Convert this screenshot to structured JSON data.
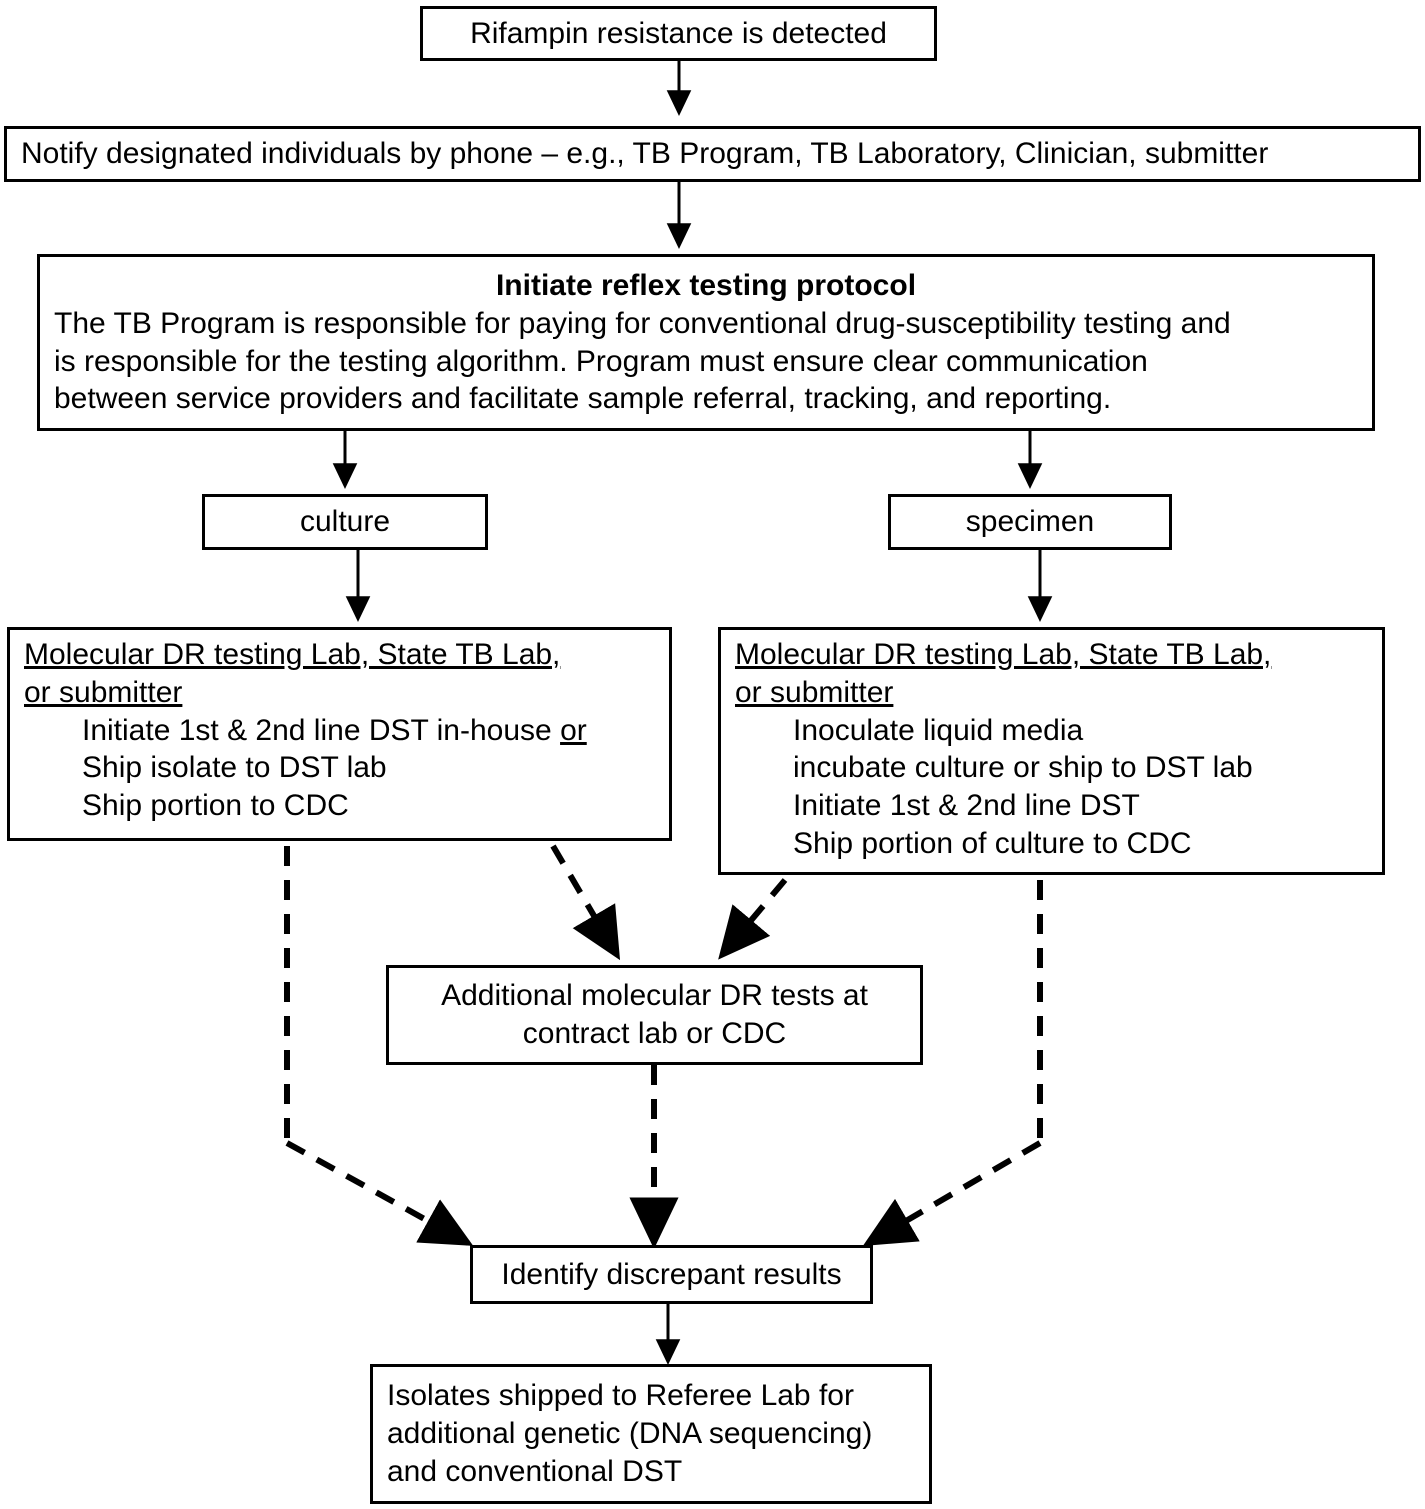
{
  "diagram": {
    "title": "Rifampin resistance reflex testing algorithm",
    "colors": {
      "stroke": "#000000",
      "fill": "#ffffff",
      "text": "#000000"
    },
    "nodes": {
      "rifampin_detected": {
        "label": "Rifampin resistance is detected"
      },
      "notify": {
        "label": "Notify designated individuals by phone – e.g., TB Program, TB Laboratory, Clinician, submitter"
      },
      "reflex_protocol": {
        "heading": "Initiate reflex testing protocol",
        "body_line1": "The TB Program is responsible for paying for conventional drug-susceptibility testing and",
        "body_line2": "is responsible for the testing algorithm. Program must ensure clear communication",
        "body_line3": "between service providers and facilitate sample referral, tracking, and reporting."
      },
      "culture": {
        "label": "culture"
      },
      "specimen": {
        "label": "specimen"
      },
      "lab_left": {
        "header_line1": "Molecular DR testing Lab, State TB Lab,",
        "header_line2": "or submitter",
        "items": [
          {
            "text": "Initiate 1st & 2nd line DST in-house ",
            "trailing_underlined": "or"
          },
          {
            "text": "Ship isolate to DST lab",
            "trailing_underlined": ""
          },
          {
            "text": "Ship portion to CDC",
            "trailing_underlined": ""
          }
        ]
      },
      "lab_right": {
        "header_line1": "Molecular DR testing Lab, State TB Lab,",
        "header_line2": "or submitter",
        "items": [
          {
            "text": "Inoculate liquid media",
            "trailing_underlined": ""
          },
          {
            "text": "incubate culture or ship to DST lab",
            "trailing_underlined": ""
          },
          {
            "text": "Initiate 1st & 2nd line DST",
            "trailing_underlined": ""
          },
          {
            "text": "Ship portion of culture to CDC",
            "trailing_underlined": ""
          }
        ]
      },
      "additional_tests": {
        "line1": "Additional molecular DR tests at",
        "line2": "contract lab or CDC"
      },
      "discrepant": {
        "label": "Identify discrepant results"
      },
      "referee_lab": {
        "line1": "Isolates shipped to Referee Lab for",
        "line2": "additional genetic (DNA sequencing)",
        "line3": "and conventional DST"
      }
    },
    "edges": [
      {
        "name": "rifampin-to-notify",
        "style": "solid",
        "from": "rifampin_detected",
        "to": "notify"
      },
      {
        "name": "notify-to-reflex",
        "style": "solid",
        "from": "notify",
        "to": "reflex_protocol"
      },
      {
        "name": "reflex-to-culture",
        "style": "solid",
        "from": "reflex_protocol",
        "to": "culture"
      },
      {
        "name": "reflex-to-specimen",
        "style": "solid",
        "from": "reflex_protocol",
        "to": "specimen"
      },
      {
        "name": "culture-to-lab-left",
        "style": "solid",
        "from": "culture",
        "to": "lab_left"
      },
      {
        "name": "specimen-to-lab-right",
        "style": "solid",
        "from": "specimen",
        "to": "lab_right"
      },
      {
        "name": "lab-left-to-additional",
        "style": "dashed",
        "from": "lab_left",
        "to": "additional_tests"
      },
      {
        "name": "lab-right-to-additional",
        "style": "dashed",
        "from": "lab_right",
        "to": "additional_tests"
      },
      {
        "name": "lab-left-to-discrepant",
        "style": "dashed",
        "from": "lab_left",
        "to": "discrepant"
      },
      {
        "name": "lab-right-to-discrepant",
        "style": "dashed",
        "from": "lab_right",
        "to": "discrepant"
      },
      {
        "name": "additional-to-discrepant",
        "style": "dashed",
        "from": "additional_tests",
        "to": "discrepant"
      },
      {
        "name": "discrepant-to-referee",
        "style": "solid",
        "from": "discrepant",
        "to": "referee_lab"
      }
    ]
  }
}
